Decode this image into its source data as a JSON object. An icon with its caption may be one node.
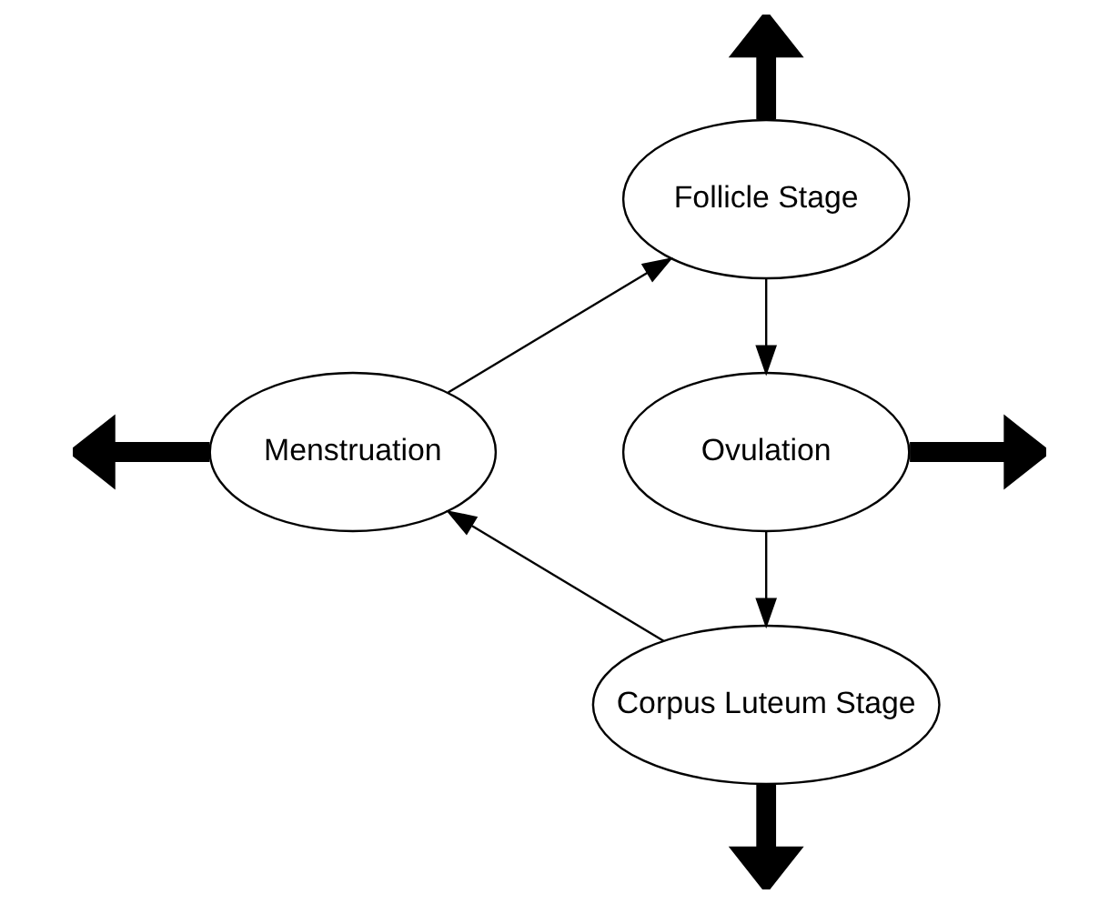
{
  "diagram": {
    "nodes": [
      {
        "text": [
          "Follicle Stage"
        ]
      },
      {
        "text": [
          "Ovulation"
        ]
      },
      {
        "text": [
          "Corpus Luteum Stage"
        ]
      },
      {
        "text": [
          "Menstruation"
        ]
      }
    ],
    "edges": [
      {
        "from": 0,
        "to": 1,
        "arrow": "to"
      },
      {
        "from": 1,
        "to": 2,
        "arrow": "to"
      },
      {
        "from": 2,
        "to": 3,
        "arrow": "to"
      },
      {
        "from": 3,
        "to": 0,
        "arrow": "to"
      },
      {
        "from": 0,
        "to": null,
        "arrow": "to",
        "style": "thick"
      },
      {
        "from": 1,
        "to": null,
        "arrow": "to",
        "style": "thick"
      },
      {
        "from": 2,
        "to": null,
        "arrow": "to",
        "style": "thick"
      },
      {
        "from": 3,
        "to": null,
        "arrow": "to",
        "style": "thick"
      }
    ]
  }
}
